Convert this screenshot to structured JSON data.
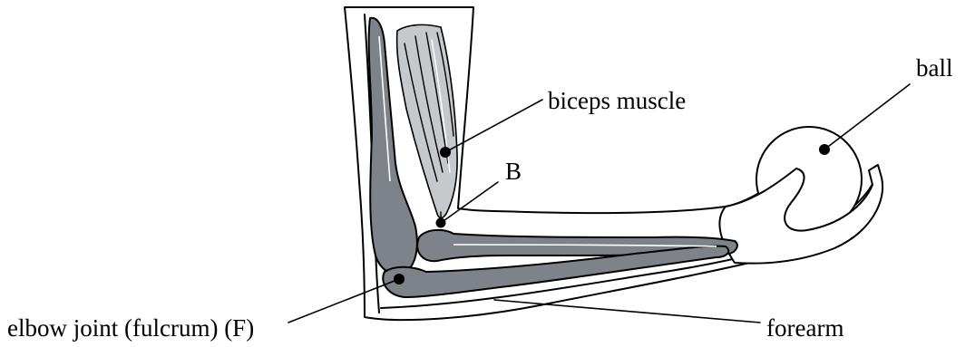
{
  "labels": {
    "biceps": "biceps muscle",
    "ball": "ball",
    "point_b": "B",
    "elbow": "elbow joint (fulcrum) (F)",
    "forearm": "forearm"
  },
  "colors": {
    "bone": "#7d8389",
    "muscle": "#c6c9cc",
    "line": "#000000",
    "background": "#ffffff"
  }
}
